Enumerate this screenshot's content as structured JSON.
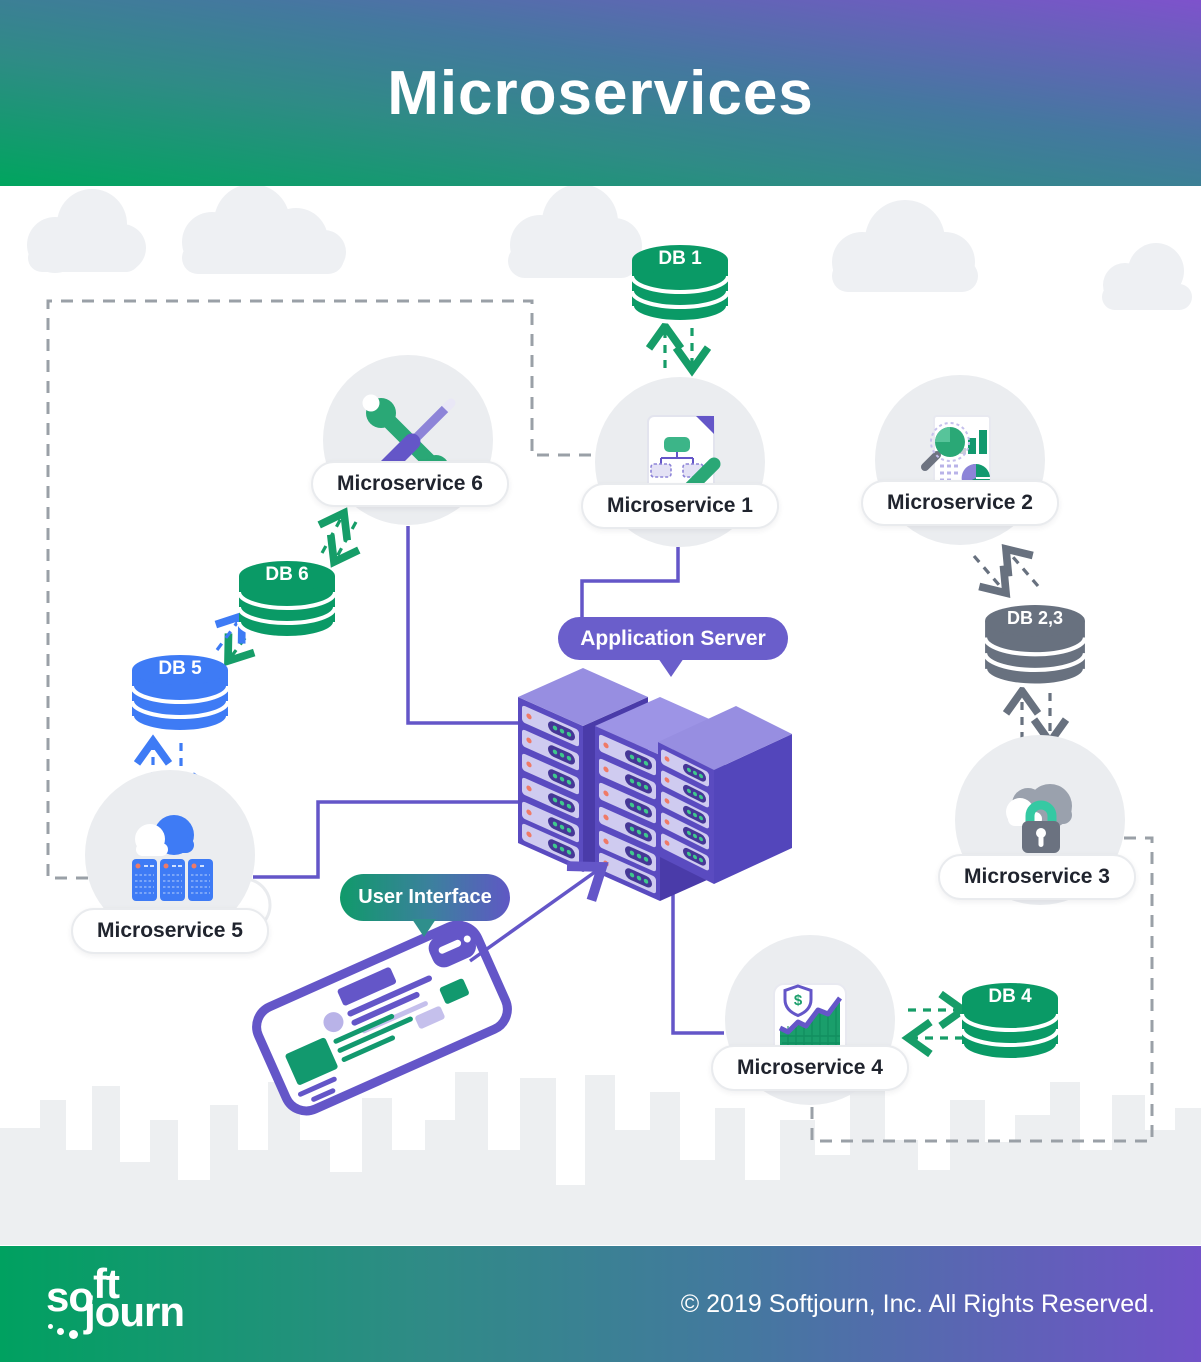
{
  "header": {
    "title": "Microservices"
  },
  "diagram": {
    "app_server_label": "Application Server",
    "user_interface_label": "User Interface",
    "services": [
      {
        "label": "Microservice 1",
        "icon": "flowchart-document-pencil-icon"
      },
      {
        "label": "Microservice 2",
        "icon": "analytics-report-magnifier-icon"
      },
      {
        "label": "Microservice 3",
        "icon": "secure-cloud-lock-icon"
      },
      {
        "label": "Microservice 4",
        "icon": "finance-growth-chart-icon"
      },
      {
        "label": "Microservice 5",
        "icon": "cloud-servers-icon"
      },
      {
        "label": "Microservice 6",
        "icon": "tools-wrench-screwdriver-icon"
      }
    ],
    "databases": [
      {
        "label": "DB 1",
        "color": "#0a9a66"
      },
      {
        "label": "DB 2,3",
        "color": "#68717f"
      },
      {
        "label": "DB 4",
        "color": "#0a9a66"
      },
      {
        "label": "DB 5",
        "color": "#3e7bf5"
      },
      {
        "label": "DB 6",
        "color": "#0a9a66"
      }
    ],
    "connections": [
      {
        "from": "DB 1",
        "to": "Microservice 1",
        "style": "dashed-green-bidirectional"
      },
      {
        "from": "Microservice 6",
        "to": "DB 6",
        "style": "dashed-green-bidirectional"
      },
      {
        "from": "DB 6",
        "to": "DB 5",
        "style": "dashed-blue-green-bidirectional"
      },
      {
        "from": "DB 5",
        "to": "Microservice 5",
        "style": "dashed-blue-bidirectional"
      },
      {
        "from": "Microservice 2",
        "to": "DB 2,3",
        "style": "dashed-gray-bidirectional"
      },
      {
        "from": "DB 2,3",
        "to": "Microservice 3",
        "style": "dashed-gray-bidirectional"
      },
      {
        "from": "Microservice 4",
        "to": "DB 4",
        "style": "dashed-green-bidirectional"
      },
      {
        "from": "Microservice 1",
        "to": "Application Server",
        "style": "solid-purple"
      },
      {
        "from": "Microservice 6",
        "to": "Application Server",
        "style": "solid-purple"
      },
      {
        "from": "Microservice 5",
        "to": "Application Server",
        "style": "solid-purple"
      },
      {
        "from": "Application Server",
        "to": "Microservice 4",
        "style": "solid-purple"
      },
      {
        "from": "User Interface",
        "to": "Application Server",
        "style": "solid-purple-arrow"
      },
      {
        "from": "Microservice 5",
        "to": "Microservice 1",
        "style": "dashed-gray-boundary"
      },
      {
        "from": "Microservice 3",
        "to": "Microservice 4",
        "style": "dashed-gray-boundary"
      }
    ]
  },
  "footer": {
    "logo": {
      "so": "so",
      "ft": "ft",
      "journ": "journ"
    },
    "copyright": "© 2019 Softjourn, Inc. All Rights Reserved."
  },
  "colors": {
    "green": "#0a9a66",
    "blue": "#3e7bf5",
    "slate": "#68717f",
    "purple": "#6456c8",
    "header_gradient_start": "#00a55e",
    "header_gradient_end": "#7e52cc",
    "footer_gradient_start": "#00a160",
    "footer_gradient_end": "#7152c8"
  }
}
